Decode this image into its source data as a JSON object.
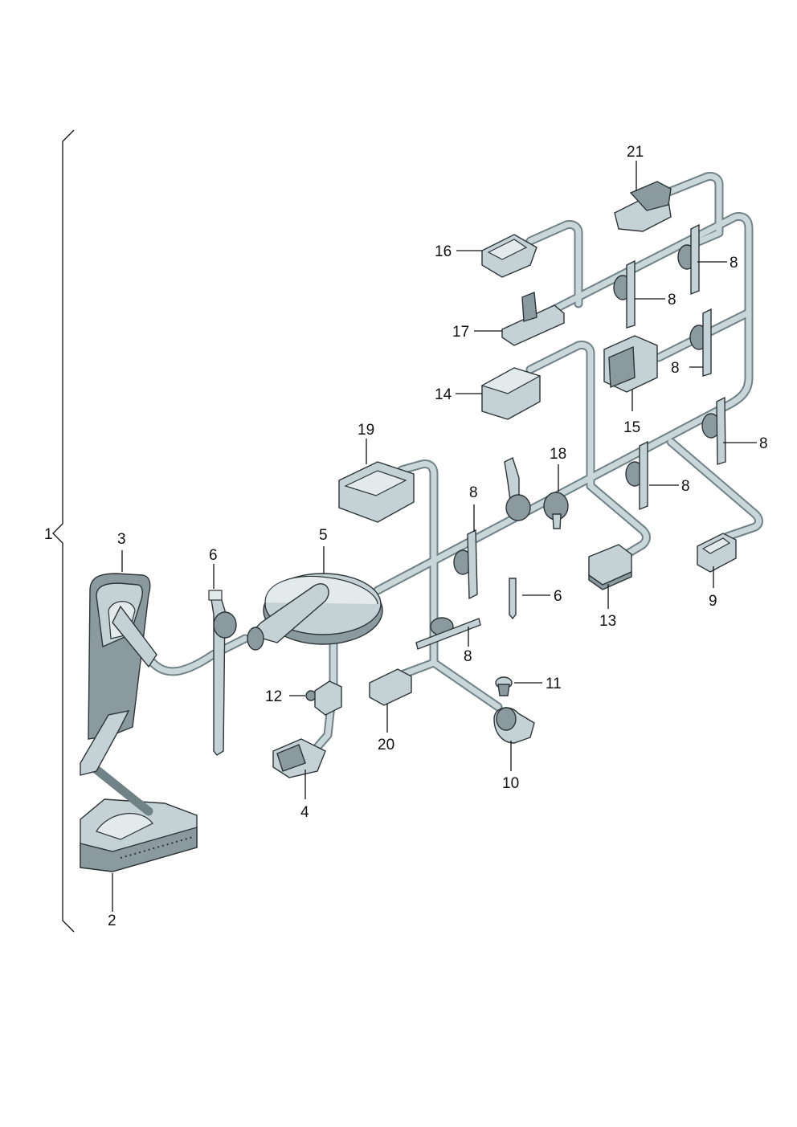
{
  "callouts": {
    "c1": "1",
    "c2": "2",
    "c3": "3",
    "c4": "4",
    "c5": "5",
    "c6a": "6",
    "c6b": "6",
    "c8a": "8",
    "c8b": "8",
    "c8c": "8",
    "c8d": "8",
    "c8e": "8",
    "c8f": "8",
    "c8g": "8",
    "c9": "9",
    "c10": "10",
    "c11": "11",
    "c12": "12",
    "c13": "13",
    "c14": "14",
    "c15": "15",
    "c16": "16",
    "c17": "17",
    "c18": "18",
    "c19": "19",
    "c20": "20",
    "c21": "21"
  },
  "colors": {
    "wire": "#6f8286",
    "part": "#c4d2d5",
    "ink": "#111111"
  }
}
